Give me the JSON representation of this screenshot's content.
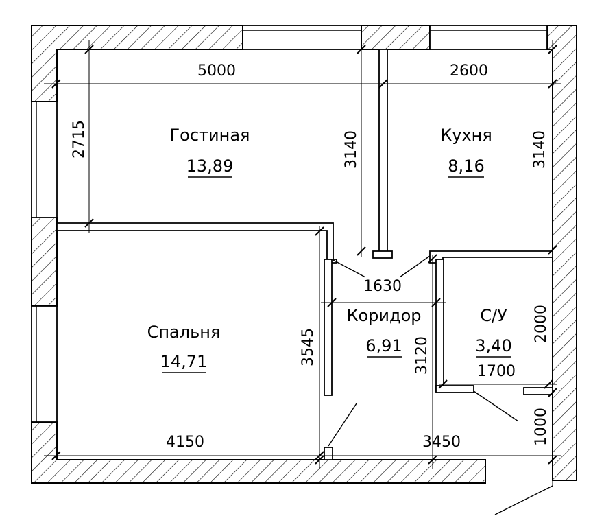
{
  "rooms": {
    "living": {
      "name": "Гостиная",
      "area": "13,89"
    },
    "kitchen": {
      "name": "Кухня",
      "area": "8,16"
    },
    "bedroom": {
      "name": "Спальня",
      "area": "14,71"
    },
    "corridor": {
      "name": "Коридор",
      "area": "6,91"
    },
    "bathroom": {
      "name": "С/У",
      "area": "3,40"
    }
  },
  "dimensions": {
    "living_width": "5000",
    "kitchen_width": "2600",
    "living_depth": "2715",
    "partition_height": "3140",
    "kitchen_depth": "3140",
    "corridor_passage": "1630",
    "bedroom_depth": "3545",
    "corridor_depth": "3120",
    "bathroom_depth": "2000",
    "bathroom_width": "1700",
    "bedroom_width": "4150",
    "corridor_width": "3450",
    "entrance_depth": "1000"
  }
}
